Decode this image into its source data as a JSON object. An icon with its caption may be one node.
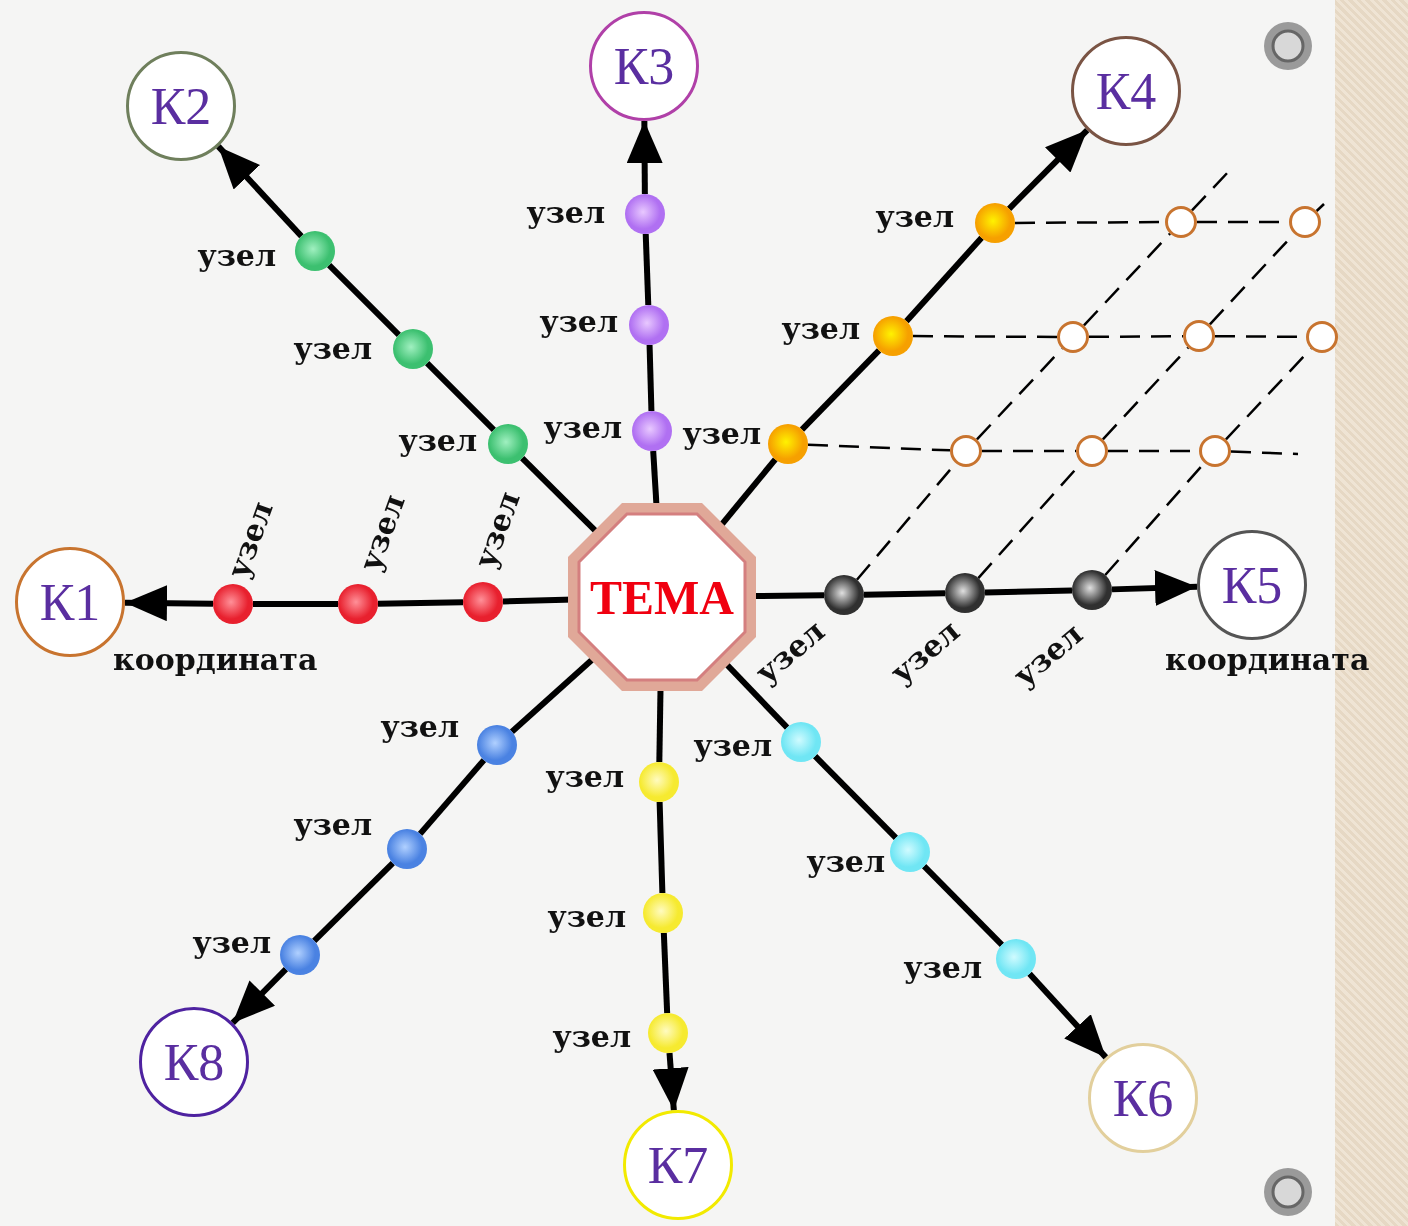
{
  "diagram": {
    "nodes": [
      {
        "text": [
          "ТЕМА"
        ]
      },
      {
        "text": [
          "К1"
        ]
      },
      {
        "text": [
          "К2"
        ]
      },
      {
        "text": [
          "К3"
        ]
      },
      {
        "text": [
          "К4"
        ]
      },
      {
        "text": [
          "К5"
        ]
      },
      {
        "text": [
          "К6"
        ]
      },
      {
        "text": [
          "К7"
        ]
      },
      {
        "text": [
          "К8"
        ]
      },
      {
        "text": [],
        "shape": "circle",
        "beside": [
          "узел"
        ]
      },
      {
        "text": [],
        "shape": "circle",
        "beside": [
          "узел"
        ]
      },
      {
        "text": [],
        "shape": "circle",
        "beside": [
          "узел"
        ]
      },
      {
        "text": [],
        "shape": "circle",
        "beside": [
          "узел"
        ]
      },
      {
        "text": [],
        "shape": "circle",
        "beside": [
          "узел"
        ]
      },
      {
        "text": [],
        "shape": "circle",
        "beside": [
          "узел"
        ]
      },
      {
        "text": [],
        "shape": "circle",
        "beside": [
          "узел"
        ]
      },
      {
        "text": [],
        "shape": "circle",
        "beside": [
          "узел"
        ]
      },
      {
        "text": [],
        "shape": "circle",
        "beside": [
          "узел"
        ]
      },
      {
        "text": [],
        "shape": "circle",
        "beside": [
          "узел"
        ]
      },
      {
        "text": [],
        "shape": "circle",
        "beside": [
          "узел"
        ]
      },
      {
        "text": [],
        "shape": "circle",
        "beside": [
          "узел"
        ]
      },
      {
        "text": [],
        "shape": "circle",
        "beside": [
          "узел"
        ]
      },
      {
        "text": [],
        "shape": "circle",
        "beside": [
          "узел"
        ]
      },
      {
        "text": [],
        "shape": "circle",
        "beside": [
          "узел"
        ]
      },
      {
        "text": [],
        "shape": "circle",
        "beside": [
          "узел"
        ]
      },
      {
        "text": [],
        "shape": "circle",
        "beside": [
          "узел"
        ]
      },
      {
        "text": [],
        "shape": "circle",
        "beside": [
          "узел"
        ]
      },
      {
        "text": [],
        "shape": "circle",
        "beside": [
          "узел"
        ]
      },
      {
        "text": [],
        "shape": "circle",
        "beside": [
          "узел"
        ]
      },
      {
        "text": [],
        "shape": "circle",
        "beside": [
          "узел"
        ]
      },
      {
        "text": [],
        "shape": "circle",
        "beside": [
          "узел"
        ]
      },
      {
        "text": [],
        "shape": "circle",
        "beside": [
          "узел"
        ]
      },
      {
        "text": [],
        "shape": "circle",
        "beside": [
          "узел"
        ]
      },
      {
        "text": [],
        "shape": "circle"
      },
      {
        "text": [],
        "shape": "circle"
      },
      {
        "text": [],
        "shape": "circle"
      },
      {
        "text": [],
        "shape": "circle"
      },
      {
        "text": [],
        "shape": "circle"
      },
      {
        "text": [],
        "shape": "circle"
      },
      {
        "text": [],
        "shape": "circle"
      },
      {
        "text": [],
        "shape": "circle"
      }
    ],
    "edges": [
      {
        "from": 0,
        "to": 9,
        "arrow": "none"
      },
      {
        "from": 9,
        "to": 10,
        "arrow": "none"
      },
      {
        "from": 10,
        "to": 11,
        "arrow": "none"
      },
      {
        "from": 11,
        "to": 1,
        "arrow": "to"
      },
      {
        "from": 0,
        "to": 12,
        "arrow": "none"
      },
      {
        "from": 12,
        "to": 13,
        "arrow": "none"
      },
      {
        "from": 13,
        "to": 14,
        "arrow": "none"
      },
      {
        "from": 14,
        "to": 2,
        "arrow": "to"
      },
      {
        "from": 0,
        "to": 15,
        "arrow": "none"
      },
      {
        "from": 15,
        "to": 16,
        "arrow": "none"
      },
      {
        "from": 16,
        "to": 17,
        "arrow": "none"
      },
      {
        "from": 17,
        "to": 3,
        "arrow": "to"
      },
      {
        "from": 0,
        "to": 18,
        "arrow": "none"
      },
      {
        "from": 18,
        "to": 19,
        "arrow": "none"
      },
      {
        "from": 19,
        "to": 20,
        "arrow": "none"
      },
      {
        "from": 20,
        "to": 4,
        "arrow": "to"
      },
      {
        "from": 0,
        "to": 21,
        "arrow": "none"
      },
      {
        "from": 21,
        "to": 22,
        "arrow": "none"
      },
      {
        "from": 22,
        "to": 23,
        "arrow": "none"
      },
      {
        "from": 23,
        "to": 5,
        "arrow": "to"
      },
      {
        "from": 0,
        "to": 24,
        "arrow": "none"
      },
      {
        "from": 24,
        "to": 25,
        "arrow": "none"
      },
      {
        "from": 25,
        "to": 26,
        "arrow": "none"
      },
      {
        "from": 26,
        "to": 6,
        "arrow": "to"
      },
      {
        "from": 0,
        "to": 27,
        "arrow": "none"
      },
      {
        "from": 27,
        "to": 28,
        "arrow": "none"
      },
      {
        "from": 28,
        "to": 29,
        "arrow": "none"
      },
      {
        "from": 29,
        "to": 7,
        "arrow": "to"
      },
      {
        "from": 0,
        "to": 30,
        "arrow": "none"
      },
      {
        "from": 30,
        "to": 31,
        "arrow": "none"
      },
      {
        "from": 31,
        "to": 32,
        "arrow": "none"
      },
      {
        "from": 32,
        "to": 8,
        "arrow": "to"
      },
      {
        "from": 20,
        "to": 33,
        "arrow": "none",
        "style": "dashed"
      },
      {
        "from": 33,
        "to": 34,
        "arrow": "none",
        "style": "dashed"
      },
      {
        "from": 19,
        "to": 35,
        "arrow": "none",
        "style": "dashed"
      },
      {
        "from": 35,
        "to": 36,
        "arrow": "none",
        "style": "dashed"
      },
      {
        "from": 36,
        "to": 37,
        "arrow": "none",
        "style": "dashed"
      },
      {
        "from": 18,
        "to": 38,
        "arrow": "none",
        "style": "dashed"
      },
      {
        "from": 38,
        "to": 39,
        "arrow": "none",
        "style": "dashed"
      },
      {
        "from": 39,
        "to": 40,
        "arrow": "none",
        "style": "dashed"
      },
      {
        "from": 40,
        "to": null,
        "arrow": "none",
        "style": "dashed"
      },
      {
        "from": 21,
        "to": 38,
        "arrow": "none",
        "style": "dashed"
      },
      {
        "from": 38,
        "to": 35,
        "arrow": "none",
        "style": "dashed"
      },
      {
        "from": 35,
        "to": 33,
        "arrow": "none",
        "style": "dashed"
      },
      {
        "from": 33,
        "to": null,
        "arrow": "none",
        "style": "dashed"
      },
      {
        "from": 22,
        "to": 39,
        "arrow": "none",
        "style": "dashed"
      },
      {
        "from": 39,
        "to": 36,
        "arrow": "none",
        "style": "dashed"
      },
      {
        "from": 36,
        "to": 34,
        "arrow": "none",
        "style": "dashed"
      },
      {
        "from": 34,
        "to": null,
        "arrow": "none",
        "style": "dashed"
      },
      {
        "from": 23,
        "to": 40,
        "arrow": "none",
        "style": "dashed"
      },
      {
        "from": 40,
        "to": 37,
        "arrow": "none",
        "style": "dashed"
      }
    ],
    "labels": [
      "координата",
      "координата"
    ]
  }
}
